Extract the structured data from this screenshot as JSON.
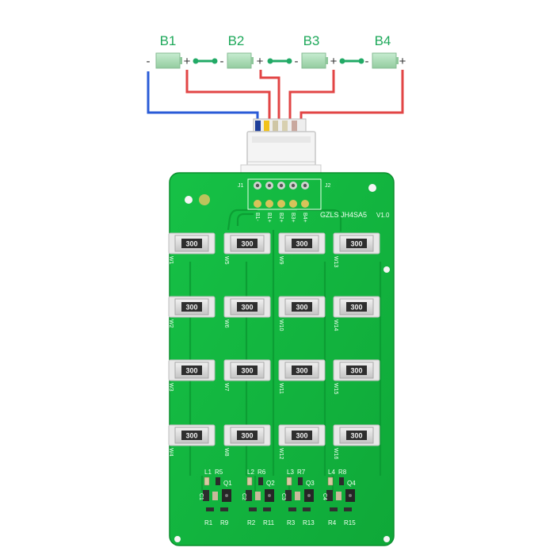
{
  "diagram": {
    "cells": [
      {
        "label": "B1"
      },
      {
        "label": "B2"
      },
      {
        "label": "B3"
      },
      {
        "label": "B4"
      }
    ],
    "minus_sign": "-",
    "plus_sign": "+",
    "colors": {
      "cell": "#a6d8b0",
      "link": "#22aa66",
      "label": "#1ea85a",
      "negative_wire": "#2a5bd7",
      "positive_wire": "#e24545"
    }
  },
  "board": {
    "model_text": "GZLS JH4SA5",
    "version_text": "V1.0",
    "pin_labels": [
      "B1-",
      "B1+",
      "B2+",
      "B3+",
      "B4+"
    ],
    "header_labels": [
      "J1",
      "J2"
    ],
    "resistor_value": "300",
    "resistor_labels": [
      "W1",
      "W5",
      "W9",
      "W13",
      "W2",
      "W6",
      "W10",
      "W14",
      "W3",
      "W7",
      "W11",
      "W15",
      "W4",
      "W8",
      "W12",
      "W16"
    ],
    "bottom_labels": {
      "top_row": [
        "L1",
        "R5",
        "L2",
        "R6",
        "L3",
        "R7",
        "L4",
        "R8"
      ],
      "bottom_row": [
        "R1",
        "R9",
        "R2",
        "R11",
        "R3",
        "R13",
        "R4",
        "R15"
      ],
      "transistors": [
        "Q1",
        "Q2",
        "Q3",
        "Q4"
      ],
      "caps": [
        "C1",
        "C2",
        "C3",
        "C4"
      ]
    },
    "colors": {
      "pcb": "#10b53c",
      "pcb_dark": "#0e9a33",
      "silk": "#f2fff2",
      "resistor_body": "#d9d9d9"
    }
  }
}
